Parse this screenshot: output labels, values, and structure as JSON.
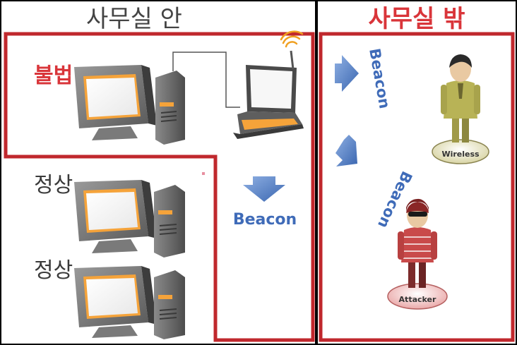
{
  "sections": {
    "inside_title": "사무실 안",
    "outside_title": "사무실 밖"
  },
  "computers": {
    "illegal_label": "불법",
    "normal_label_1": "정상",
    "normal_label_2": "정상"
  },
  "signals": {
    "beacon_down": "Beacon",
    "beacon_right": "Beacon",
    "beacon_left": "Beacon"
  },
  "people": {
    "wireless_label": "Wireless",
    "attacker_label": "Attacker"
  },
  "colors": {
    "frame": "#c0282d",
    "divider": "#000000",
    "arrow": "#4f7fc9",
    "beacon_text": "#3f6bb8",
    "wireless_figure": "#b8b356",
    "attacker_figure": "#c94a4a",
    "monitor_screen": "#f5a33a"
  }
}
